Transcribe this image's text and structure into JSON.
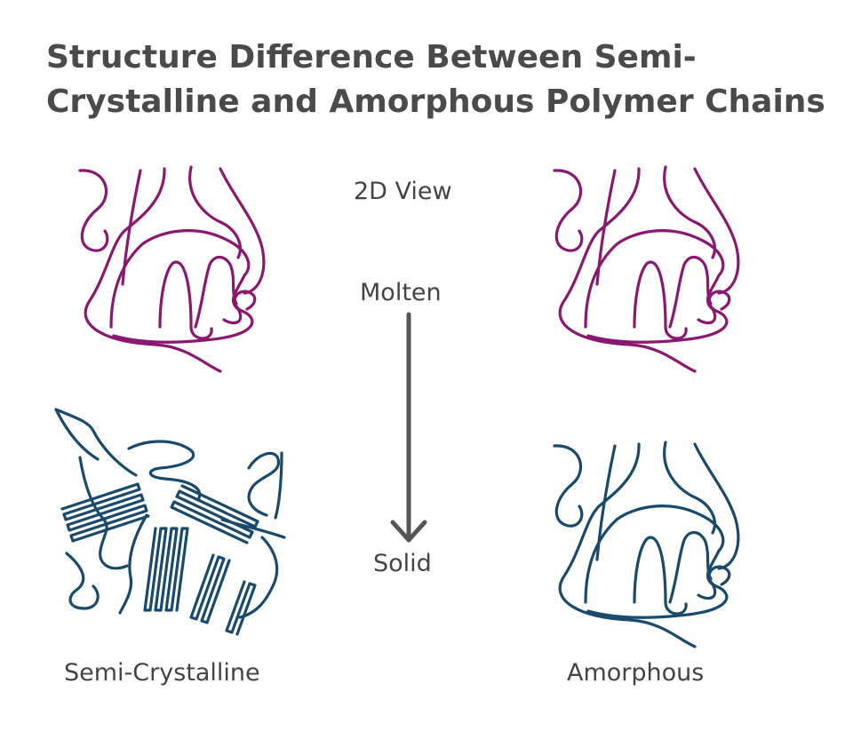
{
  "title": "Structure Difference Between Semi-Crystalline and Amorphous Polymer Chains",
  "labels": {
    "view": "2D View",
    "molten": "Molten",
    "solid": "Solid",
    "semi_crystalline": "Semi-Crystalline",
    "amorphous": "Amorphous"
  },
  "colors": {
    "molten_chain": "#8b1870",
    "solid_chain": "#194a6c",
    "arrow": "#555555",
    "text": "#444444"
  }
}
